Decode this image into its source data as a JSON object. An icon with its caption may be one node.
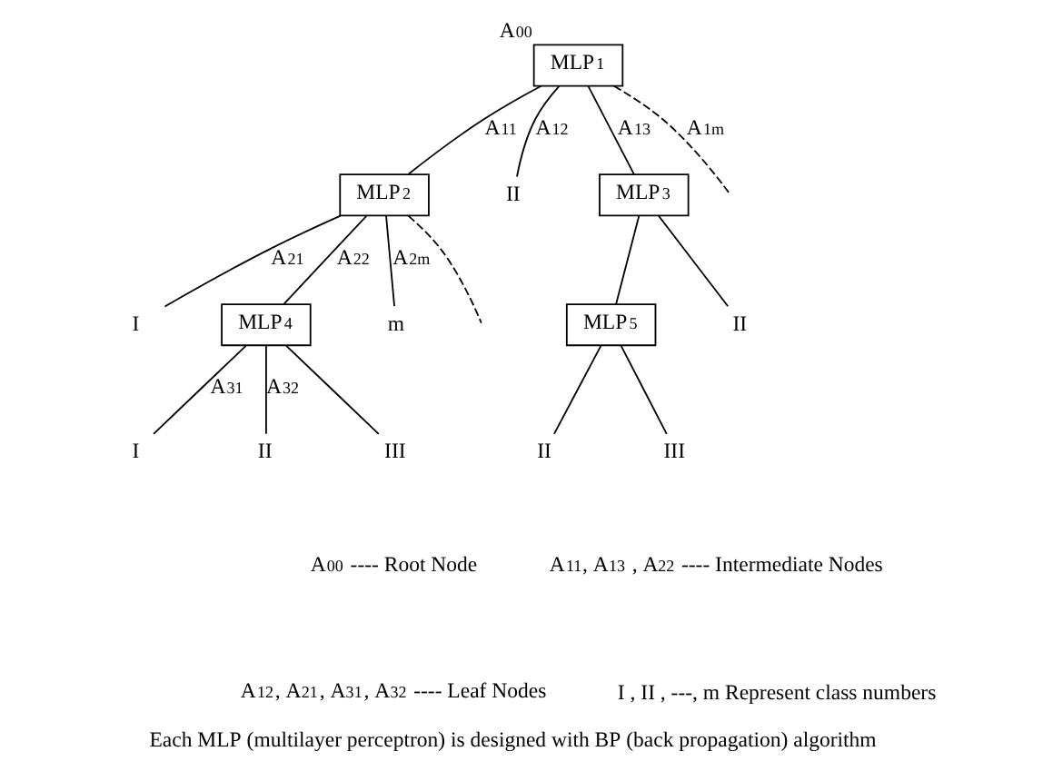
{
  "diagram": {
    "caption": "Each MLP (multilayer perceptron) is designed with BP (back propagation) algorithm",
    "nodes": [
      {
        "text": [
          "MLP$_{1}$"
        ],
        "beside": [
          "A$_{00}$"
        ]
      },
      {
        "text": [
          "MLP$_{2}$"
        ]
      },
      {
        "text": [
          "II"
        ]
      },
      {
        "text": [
          "MLP$_{3}$"
        ]
      },
      {
        "text": [
          "I"
        ]
      },
      {
        "text": [
          "MLP$_{4}$"
        ]
      },
      {
        "text": [
          "m"
        ]
      },
      {
        "text": [
          "MLP$_{5}$"
        ]
      },
      {
        "text": [
          "II"
        ]
      },
      {
        "text": [
          "I"
        ]
      },
      {
        "text": [
          "II"
        ]
      },
      {
        "text": [
          "III"
        ]
      },
      {
        "text": [
          "II"
        ]
      },
      {
        "text": [
          "III"
        ]
      }
    ],
    "edges": [
      {
        "from": 0,
        "to": 1,
        "arrow": "none",
        "label": "A$_{11}$"
      },
      {
        "from": 0,
        "to": 2,
        "arrow": "none",
        "label": "A$_{12}$"
      },
      {
        "from": 0,
        "to": 3,
        "arrow": "none",
        "label": "A$_{13}$"
      },
      {
        "from": 0,
        "to": null,
        "arrow": "none",
        "label": "A$_{1m}$",
        "style": "dashed"
      },
      {
        "from": 1,
        "to": 4,
        "arrow": "none",
        "label": "A$_{21}$"
      },
      {
        "from": 1,
        "to": 5,
        "arrow": "none",
        "label": "A$_{22}$"
      },
      {
        "from": 1,
        "to": null,
        "arrow": "none",
        "style": "dashed"
      },
      {
        "from": 1,
        "to": 6,
        "arrow": "none",
        "label": "A$_{2m}$"
      },
      {
        "from": 3,
        "to": 7,
        "arrow": "none"
      },
      {
        "from": 3,
        "to": 8,
        "arrow": "none"
      },
      {
        "from": 5,
        "to": 9,
        "arrow": "none",
        "label": "A$_{31}$"
      },
      {
        "from": 5,
        "to": 10,
        "arrow": "none",
        "label": "A$_{32}$"
      },
      {
        "from": 5,
        "to": 11,
        "arrow": "none"
      },
      {
        "from": 7,
        "to": 12,
        "arrow": "none"
      },
      {
        "from": 7,
        "to": 13,
        "arrow": "none"
      }
    ],
    "labels": [
      "A$_{00}$ ---- Root Node",
      "A$_{11}$, A$_{13}$ , A$_{22}$ ---- Intermediate Nodes",
      "A$_{12}$, A$_{21}$, A$_{31}$, A$_{32}$ ---- Leaf Nodes",
      "I , II , ---, m Represent class numbers"
    ]
  }
}
